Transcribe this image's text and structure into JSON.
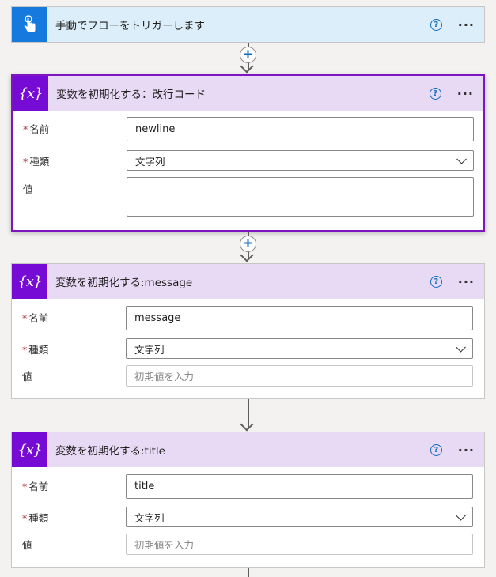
{
  "trigger": {
    "title": "手動でフローをトリガーします"
  },
  "cards": [
    {
      "title": "変数を初期化する：改行コード",
      "name_label": "名前",
      "name_value": "newline",
      "type_label": "種類",
      "type_value": "文字列",
      "value_label": "値",
      "value_value": ""
    },
    {
      "title": "変数を初期化する:message",
      "name_label": "名前",
      "name_value": "message",
      "type_label": "種類",
      "type_value": "文字列",
      "value_label": "値",
      "value_placeholder": "初期値を入力"
    },
    {
      "title": "変数を初期化する:title",
      "name_label": "名前",
      "name_value": "title",
      "type_label": "種類",
      "type_value": "文字列",
      "value_label": "値",
      "value_placeholder": "初期値を入力"
    }
  ],
  "common": {
    "help": "?",
    "more": "···",
    "var_icon": "{x}",
    "add": "+",
    "required_mark": "*"
  },
  "icons": {
    "trigger": "touch-hand-icon",
    "variable": "variable-icon"
  },
  "colors": {
    "trigger_header": "#dceefa",
    "trigger_icon": "#1579de",
    "var_header": "#e8d9f5",
    "var_icon": "#770bd6",
    "selected_border": "#7b16c2"
  }
}
